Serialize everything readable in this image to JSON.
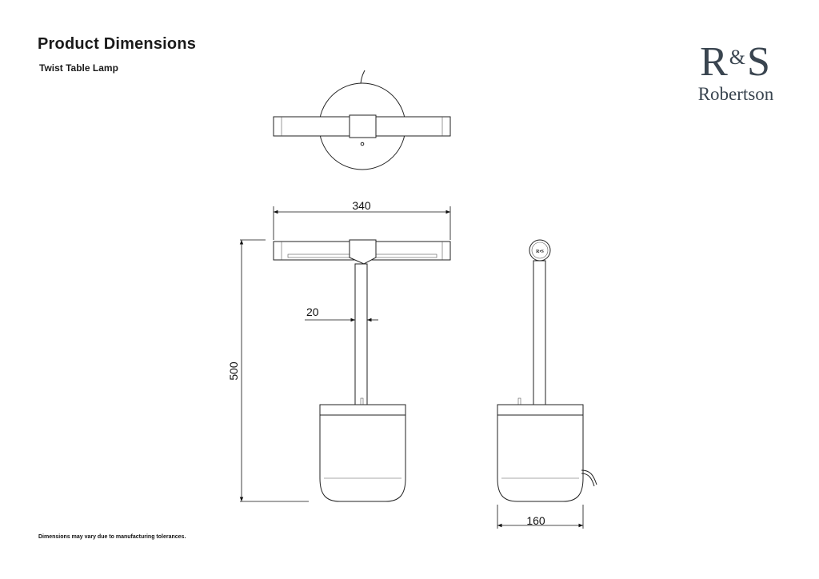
{
  "header": {
    "title": "Product Dimensions",
    "subtitle": "Twist Table Lamp"
  },
  "logo": {
    "mark_left": "R",
    "mark_amp": "&",
    "mark_right": "S",
    "wordmark": "Robertson",
    "badge_text": "R•S"
  },
  "dimensions": {
    "width": "340",
    "stem_diameter": "20",
    "height": "500",
    "base_diameter": "160"
  },
  "footnote": "Dimensions may vary due to manufacturing tolerances."
}
